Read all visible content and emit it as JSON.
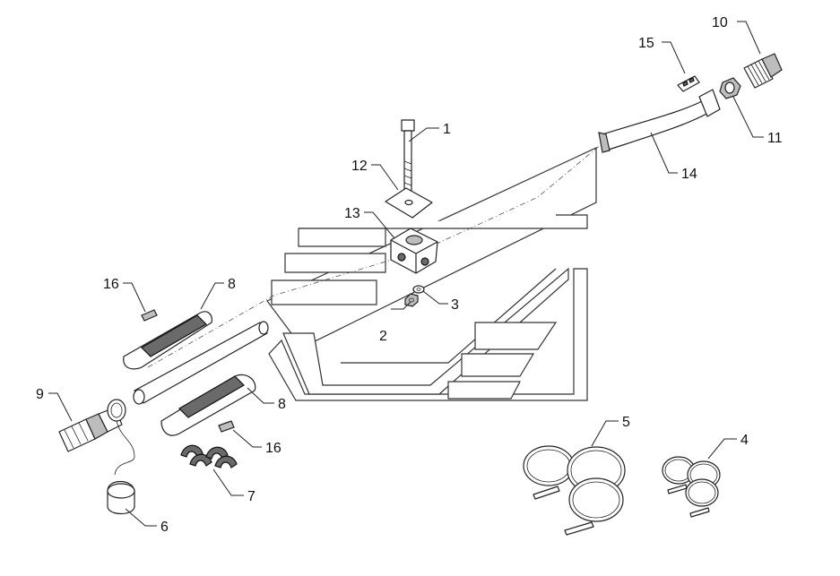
{
  "callouts": [
    {
      "label": "1"
    },
    {
      "label": "2"
    },
    {
      "label": "3"
    },
    {
      "label": "4"
    },
    {
      "label": "5"
    },
    {
      "label": "6"
    },
    {
      "label": "7"
    },
    {
      "label": "8"
    },
    {
      "label": "8"
    },
    {
      "label": "9"
    },
    {
      "label": "10"
    },
    {
      "label": "11"
    },
    {
      "label": "12"
    },
    {
      "label": "13"
    },
    {
      "label": "14"
    },
    {
      "label": "15"
    },
    {
      "label": "16"
    },
    {
      "label": "16"
    }
  ],
  "colors": {
    "line": "#222222",
    "shade_dark": "#6a6a6a",
    "shade_mid": "#bdbdbd",
    "background": "#ffffff"
  }
}
